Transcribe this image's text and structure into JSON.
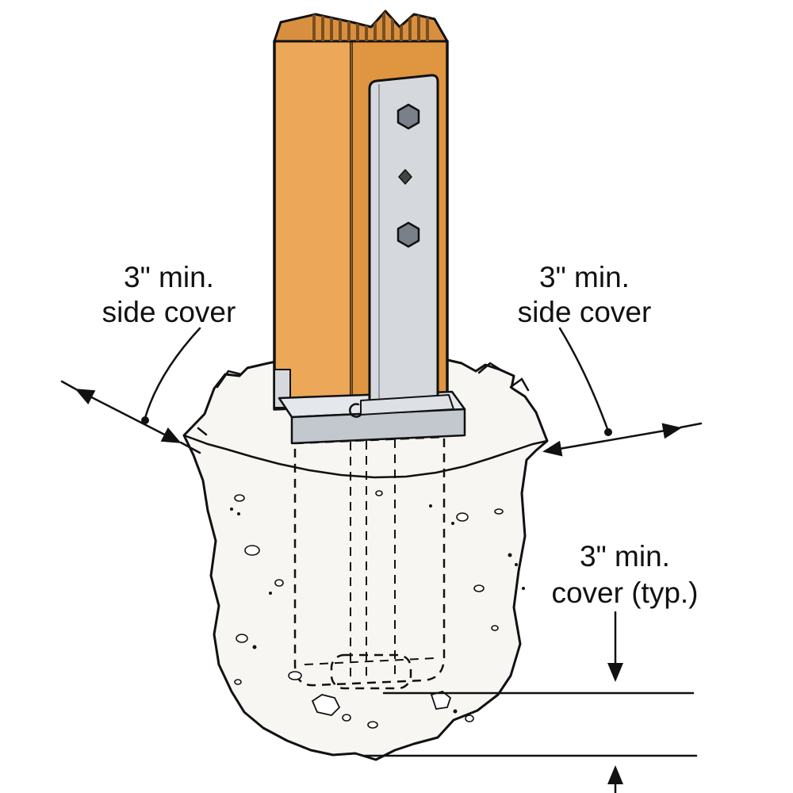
{
  "diagram": {
    "kind": "technical-illustration",
    "labels": {
      "left_side_cover": {
        "line1": "3\" min.",
        "line2": "side cover"
      },
      "right_side_cover": {
        "line1": "3\" min.",
        "line2": "side cover"
      },
      "bottom_cover": {
        "line1": "3\" min.",
        "line2": "cover (typ.)"
      }
    },
    "colors": {
      "wood_face": "#ECA758",
      "wood_side": "#E09540",
      "wood_end_grain": "#D89040",
      "wood_grain_stripe": "#7A4E1F",
      "steel": "#D5D9DE",
      "steel_shadow": "#C3C8CF",
      "steel_top": "#E4E7EB",
      "bolt": "#79808A",
      "concrete": "#F7F6F2",
      "line": "#111111",
      "background": "#FFFFFF"
    }
  }
}
